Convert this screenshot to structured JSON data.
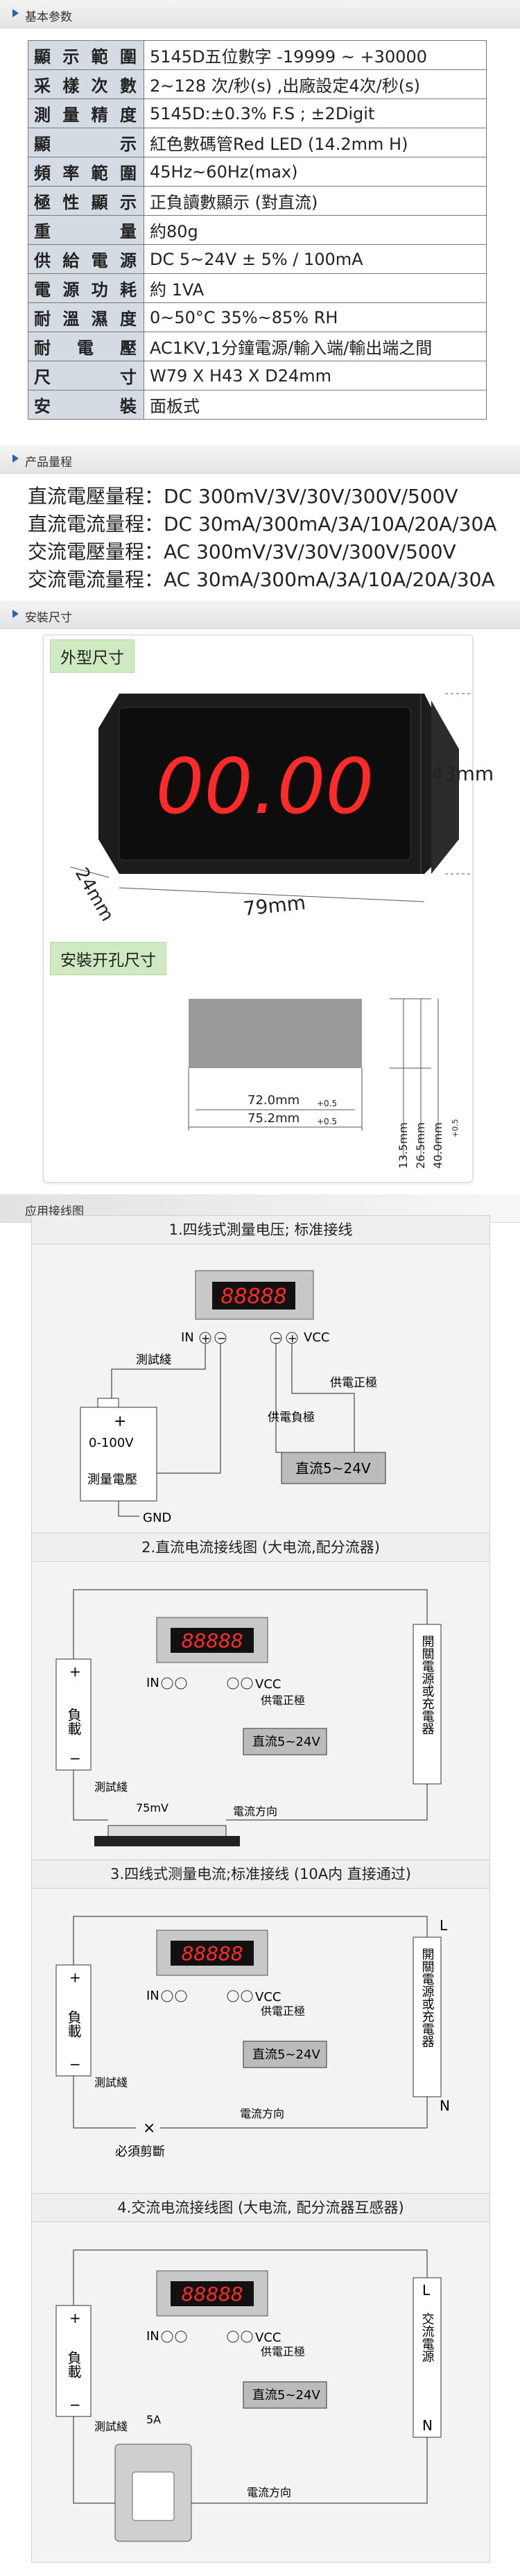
{
  "section_basic": "基本参数",
  "specs": [
    {
      "k": "顯示範圍",
      "v": "5145D五位數字 -19999 ~ +30000"
    },
    {
      "k": "采樣次數",
      "v": "2~128 次/秒(s) ,出廠設定4次/秒(s)"
    },
    {
      "k": "測量精度",
      "v": "5145D:±0.3% F.S ; ±2Digit"
    },
    {
      "k": "顯示",
      "v": "紅色數碼管Red LED (14.2mm H)"
    },
    {
      "k": "頻率範圍",
      "v": "45Hz~60Hz(max)"
    },
    {
      "k": "極性顯示",
      "v": "正負讀數顯示 (對直流)"
    },
    {
      "k": "重量",
      "v": "約80g"
    },
    {
      "k": "供給電源",
      "v": "DC 5~24V ± 5% / 100mA"
    },
    {
      "k": "電源功耗",
      "v": "約 1VA"
    },
    {
      "k": "耐溫濕度",
      "v": "0~50°C    35%~85% RH"
    },
    {
      "k": "耐電壓",
      "v": "AC1KV,1分鐘電源/輸入端/輸出端之間"
    },
    {
      "k": "尺寸",
      "v": "W79 X H43 X D24mm"
    },
    {
      "k": "安裝",
      "v": "面板式"
    }
  ],
  "section_range": "产品量程",
  "ranges": [
    "直流電壓量程：DC 300mV/3V/30V/300V/500V",
    "直流電流量程：DC 30mA/300mA/3A/10A/20A/30A",
    "交流電壓量程：AC 300mV/3V/30V/300V/500V",
    "交流電流量程：AC 30mA/300mA/3A/10A/20A/30A"
  ],
  "section_install": "安裝尺寸",
  "install": {
    "outer_tab": "外型尺寸",
    "display": "00.00",
    "dim_h": "43mm",
    "dim_w": "79mm",
    "dim_d": "24mm",
    "cutout_tab": "安裝开孔尺寸",
    "cut_w1": "72.0mm",
    "cut_w1_tol": "+0.5",
    "cut_w2": "75.2mm",
    "cut_w2_tol": "+0.5",
    "cut_h1": "13.5mm",
    "cut_h2": "26.5mm",
    "cut_h3": "40.0mm",
    "cut_h3_tol": "+0.5"
  },
  "section_wiring": "应用接线图",
  "wiring": {
    "d1_title": "1.四线式測量电压; 标准接线",
    "d2_title": "2.直流电流接线图 (大电流,配分流器)",
    "d3_title": "3.四线式测量电流;标准接线 (10A内 直接通过)",
    "d4_title": "4.交流电流接线图 (大电流, 配分流器互感器)",
    "meter_digits": "88888",
    "in": "IN",
    "vcc": "VCC",
    "test_line": "測試綫",
    "pos_supply": "供電正極",
    "neg_supply": "供電負極",
    "dc_supply": "直流5~24V",
    "plus": "+",
    "minus": "−",
    "range_0_100": "0-100V",
    "measure_v": "測量電壓",
    "gnd": "GND",
    "load": "負載",
    "switch_psu": "開關電源或充電器",
    "mv75": "75mV",
    "current_dir": "電流方向",
    "must_cut": "必須剪斷",
    "L": "L",
    "N": "N",
    "ac_power": "交流電源",
    "ct_5a": "5A"
  }
}
